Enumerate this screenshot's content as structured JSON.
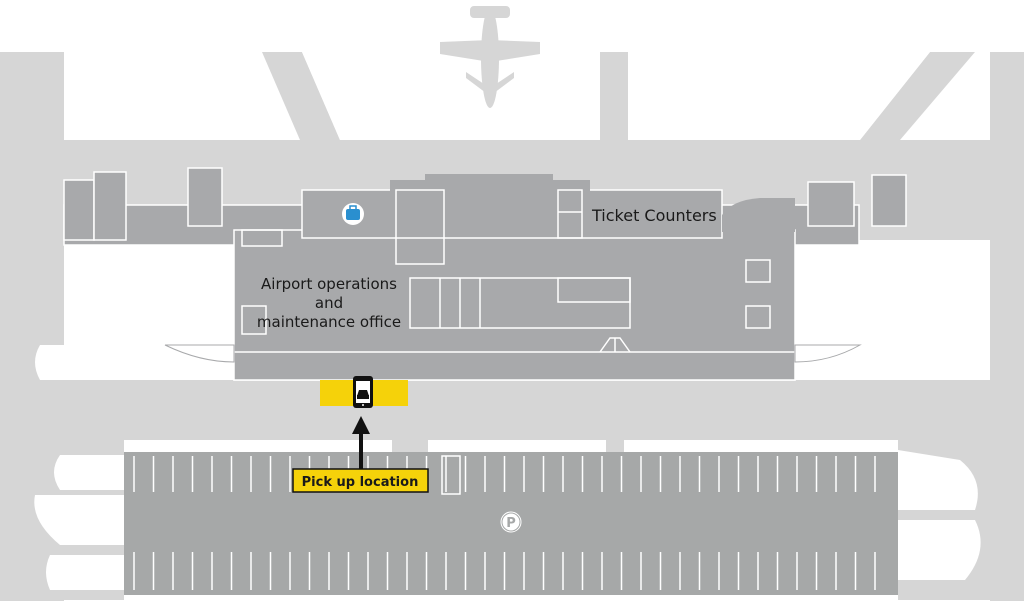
{
  "labels": {
    "ticket_counters": "Ticket Counters",
    "ops_line1": "Airport operations",
    "ops_line2": "and",
    "ops_line3": "maintenance office",
    "pickup": "Pick up location",
    "parking_symbol": "P"
  },
  "icons": {
    "airplane": "airplane-icon",
    "baggage": "baggage-icon",
    "car_phone": "rideshare-phone-icon",
    "parking": "parking-icon"
  },
  "colors": {
    "road": "#d6d6d6",
    "building": "#a8a9ab",
    "building_dark": "#9d9ea0",
    "parking_lot": "#a6a8a8",
    "highlight": "#f5d20a",
    "line": "#ffffff",
    "arrow": "#111111",
    "baggage_blue": "#2a8fcf"
  }
}
